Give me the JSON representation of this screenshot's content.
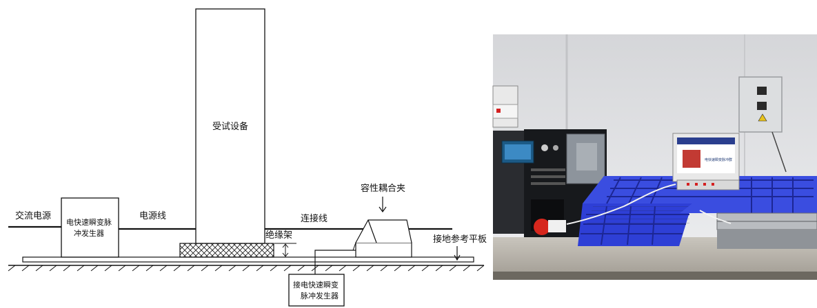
{
  "diagram": {
    "labels": {
      "ac_power": "交流电源",
      "eft_generator": "电快速瞬变脉冲发生器",
      "eft_generator_line1": "电快速瞬变脉",
      "eft_generator_line2": "冲发生器",
      "power_line": "电源线",
      "eut": "受试设备",
      "connecting_line": "连接线",
      "capacitive_clamp": "容性耦合夹",
      "insulating_support": "绝缘架",
      "ground_reference_plane": "接地参考平板",
      "eft_generator_bottom_line1": "接电快速瞬变",
      "eft_generator_bottom_line2": "脉冲发生器"
    },
    "photo": {
      "screen_caption": "电快速瞬变脉冲群"
    }
  }
}
